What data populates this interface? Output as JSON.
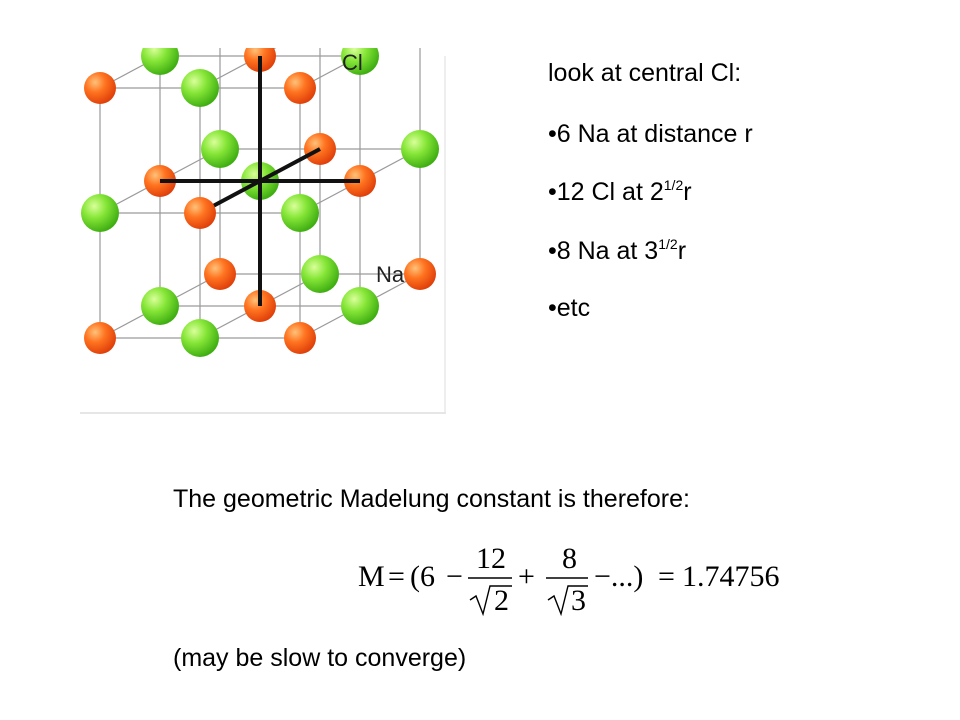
{
  "diagram": {
    "cl_label": "Cl",
    "na_label": "Na",
    "colors": {
      "cl_atom": "#7be22c",
      "na_atom": "#ff6a17",
      "bond_bold": "#111111",
      "bond_thin": "#9a9a9a"
    }
  },
  "bullets": {
    "intro": "look at central Cl:",
    "item1": "•6 Na at distance r",
    "item2_prefix": "•12 Cl at 2",
    "item2_sup": "1/2",
    "item2_suffix": "r",
    "item3_prefix": "•8 Na at 3",
    "item3_sup": "1/2",
    "item3_suffix": "r",
    "item4": "•etc"
  },
  "sentence": "The geometric Madelung constant is therefore:",
  "formula": {
    "lhs": "M",
    "eq": "=",
    "open": "(6",
    "minus1": "−",
    "num1": "12",
    "den1": "2",
    "plus": "+",
    "num2": "8",
    "den2": "3",
    "tail": "−...)",
    "eq2": "=",
    "value": "1.74756"
  },
  "note": "(may be slow to converge)"
}
